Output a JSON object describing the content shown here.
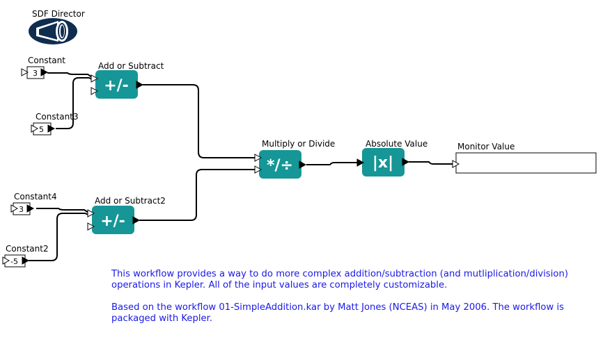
{
  "director": {
    "label": "SDF Director",
    "icon": "director-horn-icon",
    "color": "#0f2d4f"
  },
  "colors": {
    "actor_fill": "#169696",
    "wire": "#000000",
    "description_text": "#1a1ae6"
  },
  "constants": [
    {
      "id": "constant",
      "label": "Constant",
      "value": "3"
    },
    {
      "id": "constant3",
      "label": "Constant3",
      "value": "5"
    },
    {
      "id": "constant4",
      "label": "Constant4",
      "value": "3"
    },
    {
      "id": "constant2",
      "label": "Constant2",
      "value": "-5"
    }
  ],
  "actors": [
    {
      "id": "add-or-subtract",
      "label": "Add or Subtract",
      "glyph": "+/-"
    },
    {
      "id": "add-or-subtract2",
      "label": "Add or Subtract2",
      "glyph": "+/-"
    },
    {
      "id": "multiply-or-divide",
      "label": "Multiply or Divide",
      "glyph": "*/÷"
    },
    {
      "id": "absolute-value",
      "label": "Absolute Value",
      "glyph": "|x|"
    }
  ],
  "monitor": {
    "label": "Monitor Value",
    "value": ""
  },
  "description": {
    "paragraph1": "This workflow provides a way to do more complex addition/subtraction (and mutliplication/division) operations in Kepler. All of the input values are completely customizable.",
    "paragraph2": "Based on the workflow 01-SimpleAddition.kar by Matt Jones (NCEAS) in May 2006. The workflow is packaged with Kepler."
  }
}
